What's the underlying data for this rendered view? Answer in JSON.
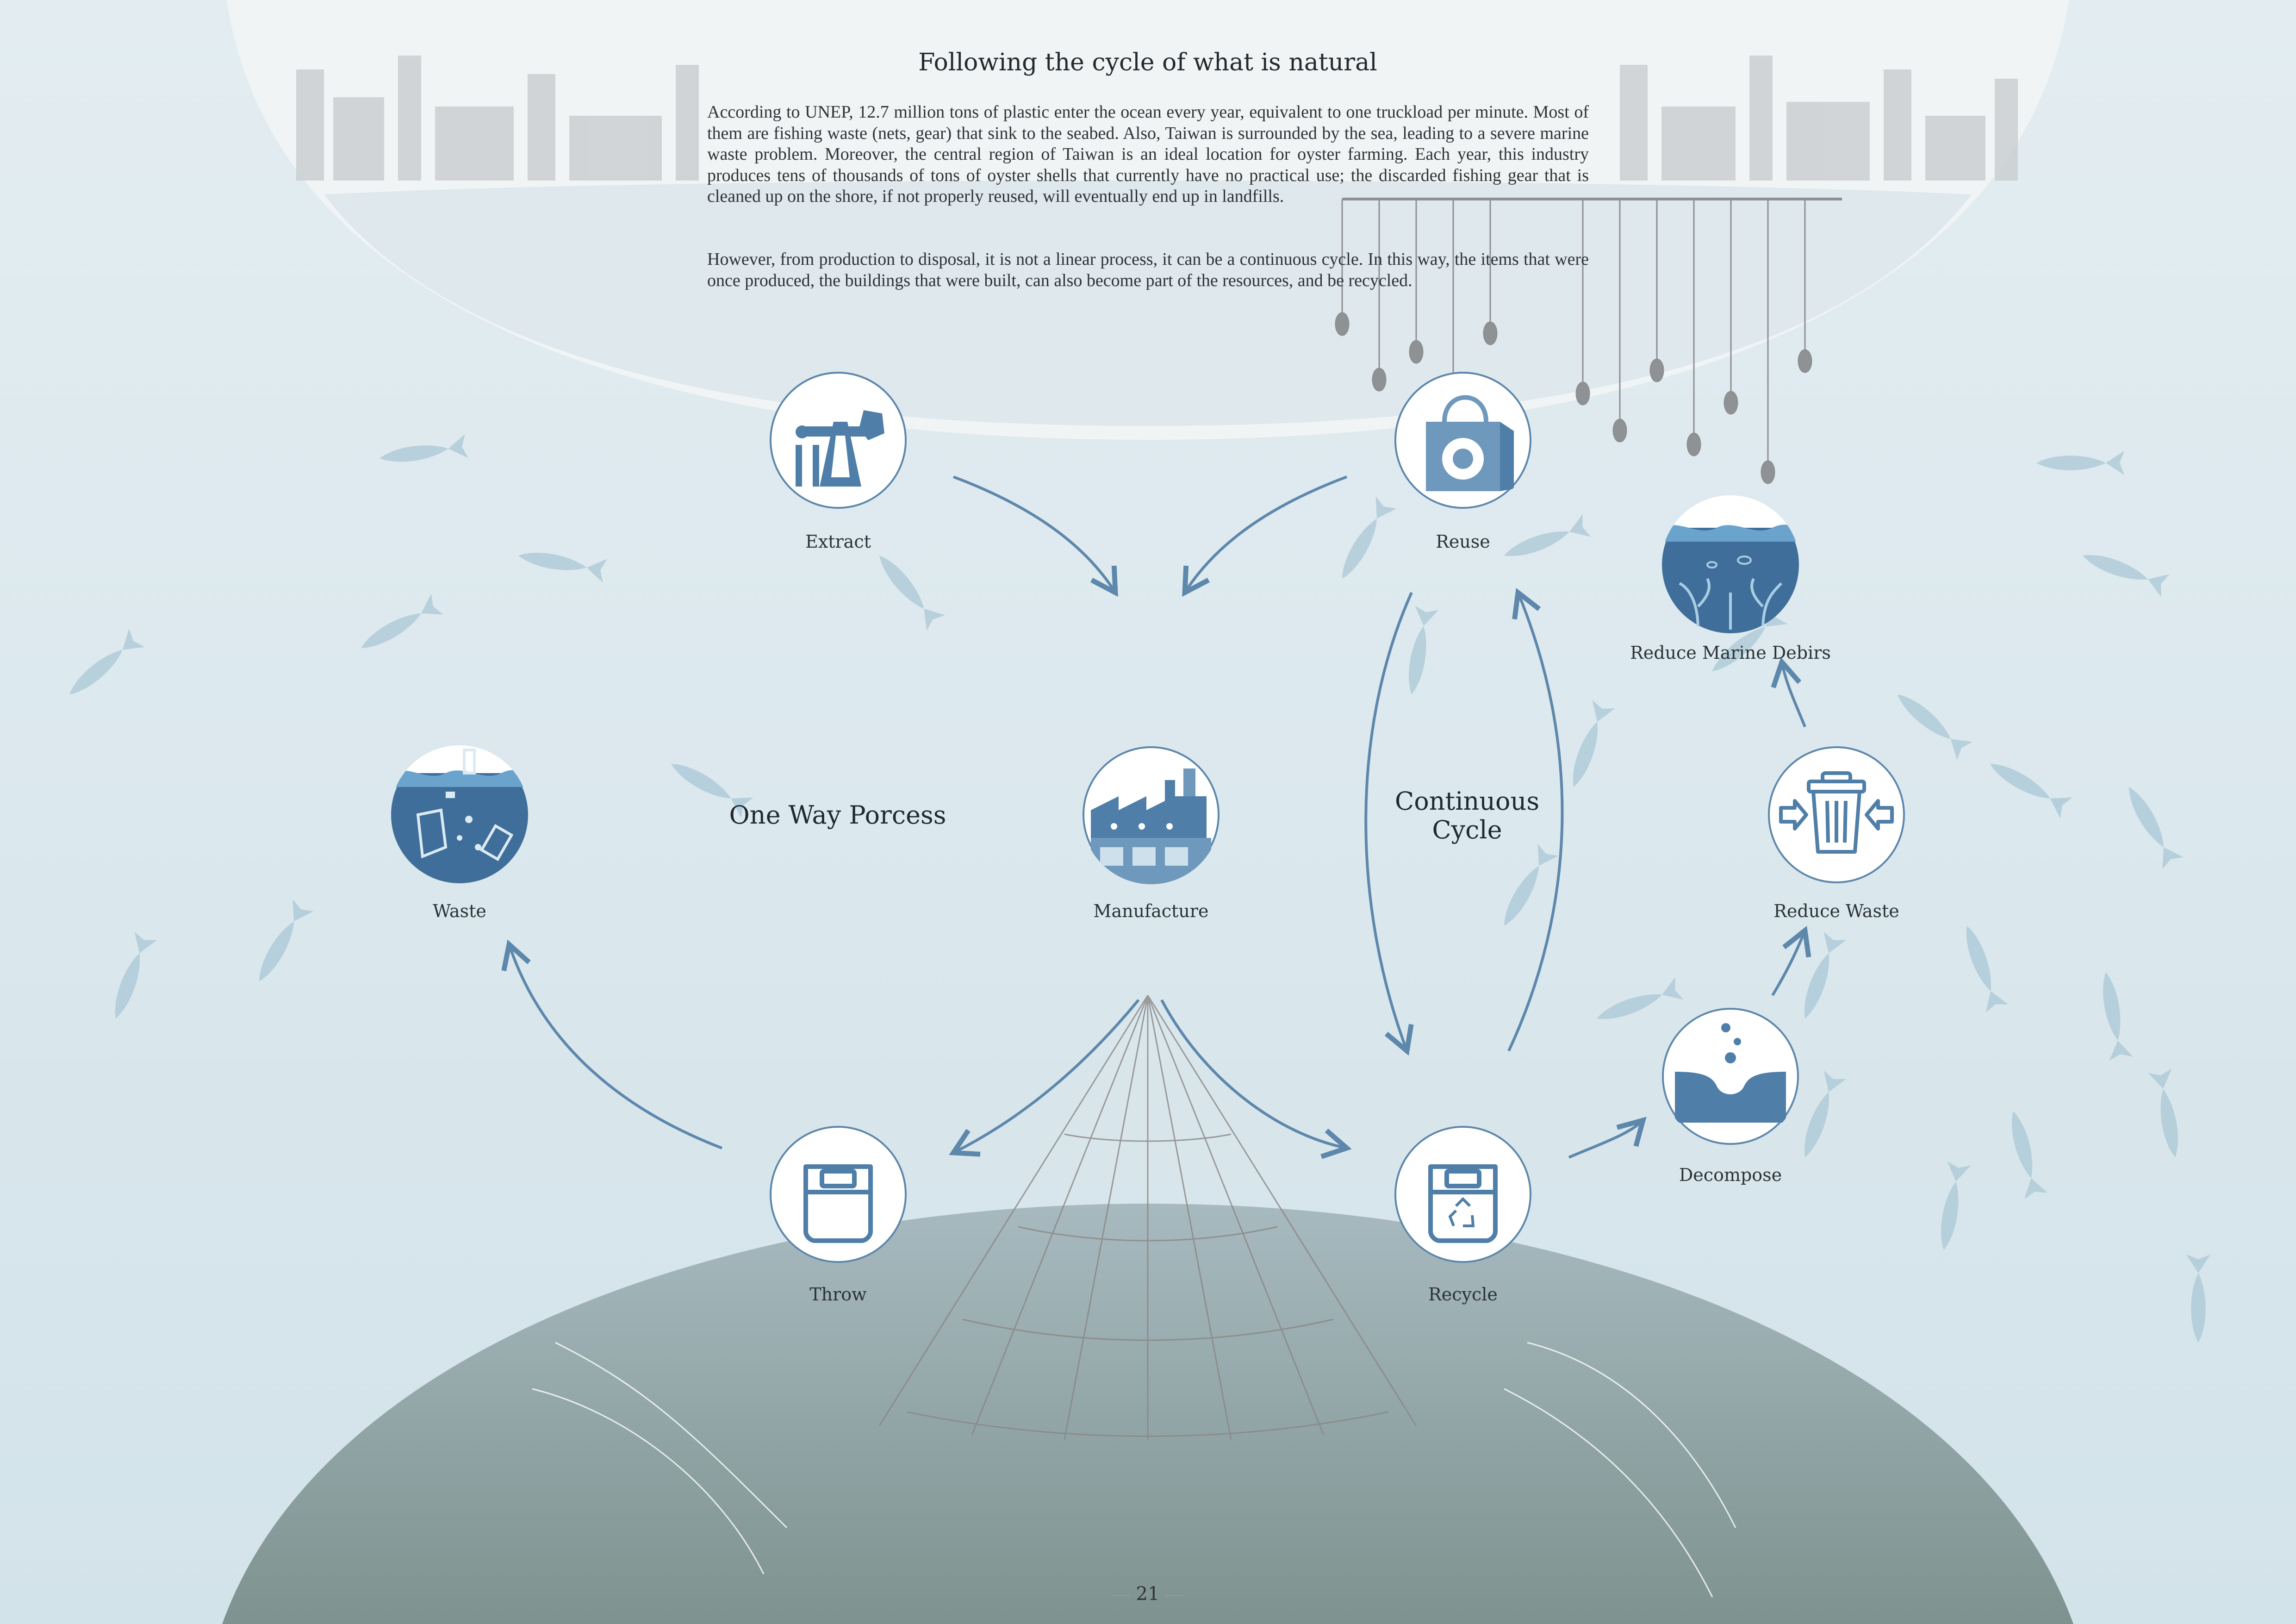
{
  "title": "Following the cycle of what is natural",
  "paragraphs": [
    "According to UNEP, 12.7 million tons of plastic enter the ocean every year, equivalent to one truckload per minute. Most of them are fishing waste (nets, gear) that sink to the seabed. Also, Taiwan is surrounded by the sea, leading to a severe marine waste problem. Moreover, the central region of Taiwan is an ideal location for oyster farming. Each year, this industry produces tens of thousands of tons of oyster shells that currently have no practical use; the discarded fishing gear that is cleaned up on the shore, if not properly reused, will eventually end up in landfills.",
    "However, from production to disposal, it is not a linear process, it can be a continuous cycle. In this way, the items that were once produced, the buildings that were built, can also become part of the resources, and be recycled."
  ],
  "process_labels": {
    "one_way": "One Way Porcess",
    "continuous": "Continuous\nCycle"
  },
  "nodes": {
    "extract": {
      "label": "Extract",
      "icon": "oil-pump-icon"
    },
    "reuse": {
      "label": "Reuse",
      "icon": "reusable-bag-icon"
    },
    "reduce_marine": {
      "label": "Reduce Marine Debirs",
      "icon": "clean-ocean-icon"
    },
    "waste": {
      "label": "Waste",
      "icon": "ocean-waste-icon"
    },
    "manufacture": {
      "label": "Manufacture",
      "icon": "factory-icon"
    },
    "reduce_waste": {
      "label": "Reduce Waste",
      "icon": "compress-bin-icon"
    },
    "throw": {
      "label": "Throw",
      "icon": "trash-bin-icon"
    },
    "recycle": {
      "label": "Recycle",
      "icon": "recycle-bin-icon"
    },
    "decompose": {
      "label": "Decompose",
      "icon": "decompose-icon"
    }
  },
  "page_number": "21",
  "colors": {
    "icon_blue": "#4f7fa8",
    "arrow": "#5d87ab",
    "background": "#dde9ee"
  }
}
